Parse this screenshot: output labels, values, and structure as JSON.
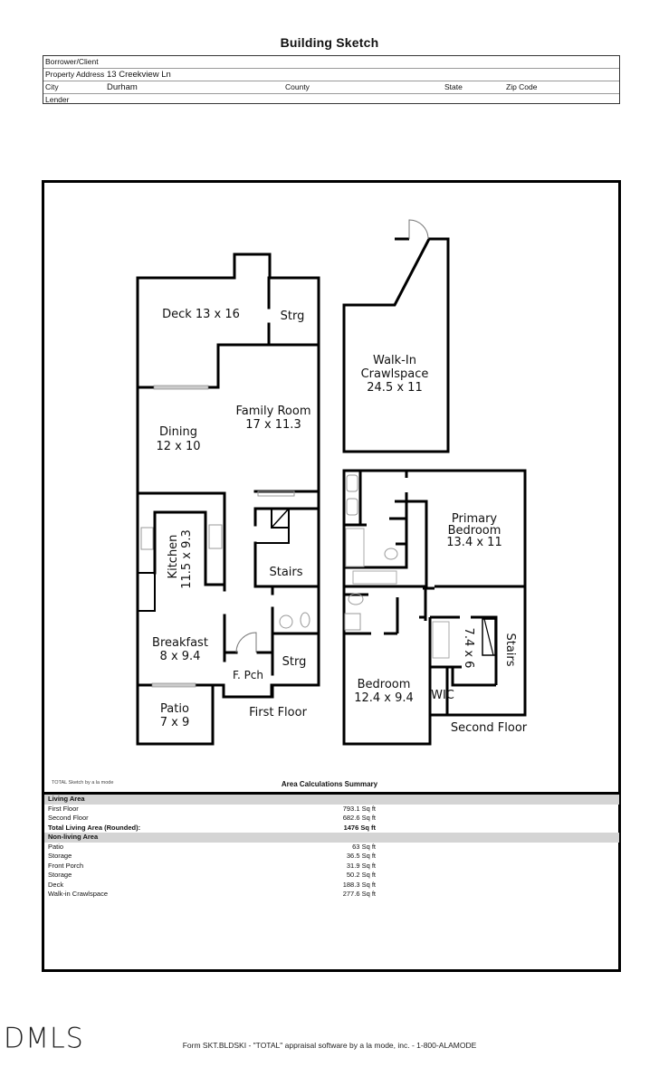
{
  "document": {
    "title": "Building Sketch"
  },
  "info": {
    "borrower_label": "Borrower/Client",
    "borrower_value": "",
    "address_label": "Property Address",
    "address_value": "13 Creekview Ln",
    "city_label": "City",
    "city_value": "Durham",
    "county_label": "County",
    "county_value": "",
    "state_label": "State",
    "state_value": "",
    "zip_label": "Zip Code",
    "zip_value": "",
    "lender_label": "Lender",
    "lender_value": ""
  },
  "plan": {
    "first_floor": {
      "label": "First Floor",
      "rooms": {
        "deck": "Deck 13 x 16",
        "storage_top": "Strg",
        "family_room_name": "Family Room",
        "family_room_dim": "17 x 11.3",
        "dining_name": "Dining",
        "dining_dim": "12 x 10",
        "kitchen_name": "Kitchen",
        "kitchen_dim": "11.5 x 9.3",
        "stairs": "Stairs",
        "breakfast_name": "Breakfast",
        "breakfast_dim": "8 x 9.4",
        "front_porch": "F. Pch",
        "storage_bottom": "Strg",
        "patio_name": "Patio",
        "patio_dim": "7 x 9"
      }
    },
    "crawlspace": {
      "name_line1": "Walk-In",
      "name_line2": "Crawlspace",
      "dim": "24.5 x 11"
    },
    "second_floor": {
      "label": "Second Floor",
      "rooms": {
        "primary_line1": "Primary",
        "primary_line2": "Bedroom",
        "primary_dim": "13.4 x 11",
        "closet_dim": "7.4 x 6",
        "stairs": "Stairs",
        "bedroom_name": "Bedroom",
        "bedroom_dim": "12.4 x 9.4",
        "wic": "WIC"
      }
    }
  },
  "summary": {
    "credit": "TOTAL Sketch by a la mode",
    "title": "Area Calculations Summary",
    "living_header": "Living Area",
    "living": [
      {
        "label": "First Floor",
        "value": "793.1 Sq ft"
      },
      {
        "label": "Second Floor",
        "value": "682.6 Sq ft"
      }
    ],
    "total_label": "Total Living Area (Rounded):",
    "total_value": "1476 Sq ft",
    "nonliving_header": "Non-living Area",
    "nonliving": [
      {
        "label": "Patio",
        "value": "63 Sq ft"
      },
      {
        "label": "Storage",
        "value": "36.5 Sq ft"
      },
      {
        "label": "Front Porch",
        "value": "31.9 Sq ft"
      },
      {
        "label": "Storage",
        "value": "50.2 Sq ft"
      },
      {
        "label": "Deck",
        "value": "188.3 Sq ft"
      },
      {
        "label": "Walk-in Crawlspace",
        "value": "277.6 Sq ft"
      }
    ]
  },
  "footer": {
    "logo": "DMLS",
    "form_text": "Form SKT.BLDSKI - \"TOTAL\" appraisal software by a la mode, inc. - 1-800-ALAMODE"
  }
}
